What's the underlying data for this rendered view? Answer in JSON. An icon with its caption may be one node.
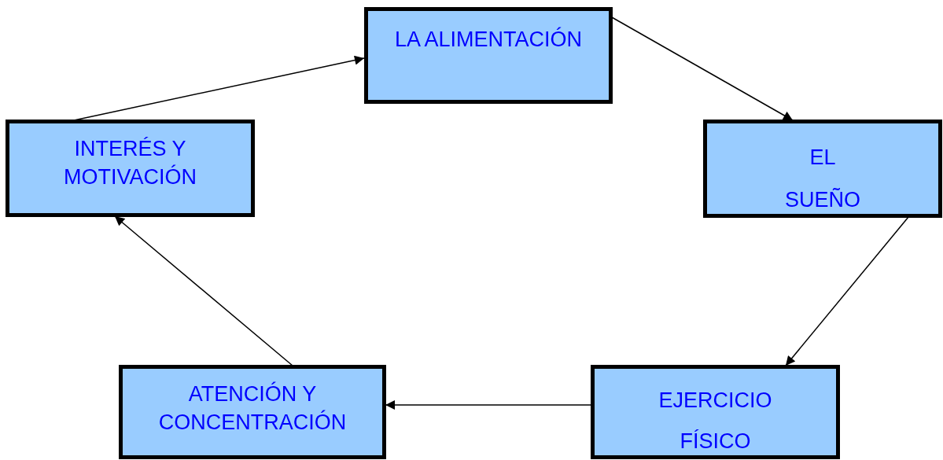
{
  "diagram": {
    "nodes": [
      {
        "text": [
          "LA ALIMENTACIÓN"
        ]
      },
      {
        "text": [
          "EL SUEÑO"
        ]
      },
      {
        "text": [
          "EJERCICIO FÍSICO"
        ]
      },
      {
        "text": [
          "ATENCIÓN Y CONCENTRACIÓN"
        ]
      },
      {
        "text": [
          "INTERÉS Y MOTIVACIÓN"
        ]
      }
    ],
    "edges": [
      {
        "from": 0,
        "to": 1,
        "arrow": "to"
      },
      {
        "from": 1,
        "to": 2,
        "arrow": "to"
      },
      {
        "from": 2,
        "to": 3,
        "arrow": "to"
      },
      {
        "from": 3,
        "to": 4,
        "arrow": "to"
      },
      {
        "from": 4,
        "to": 0,
        "arrow": "to"
      }
    ]
  }
}
